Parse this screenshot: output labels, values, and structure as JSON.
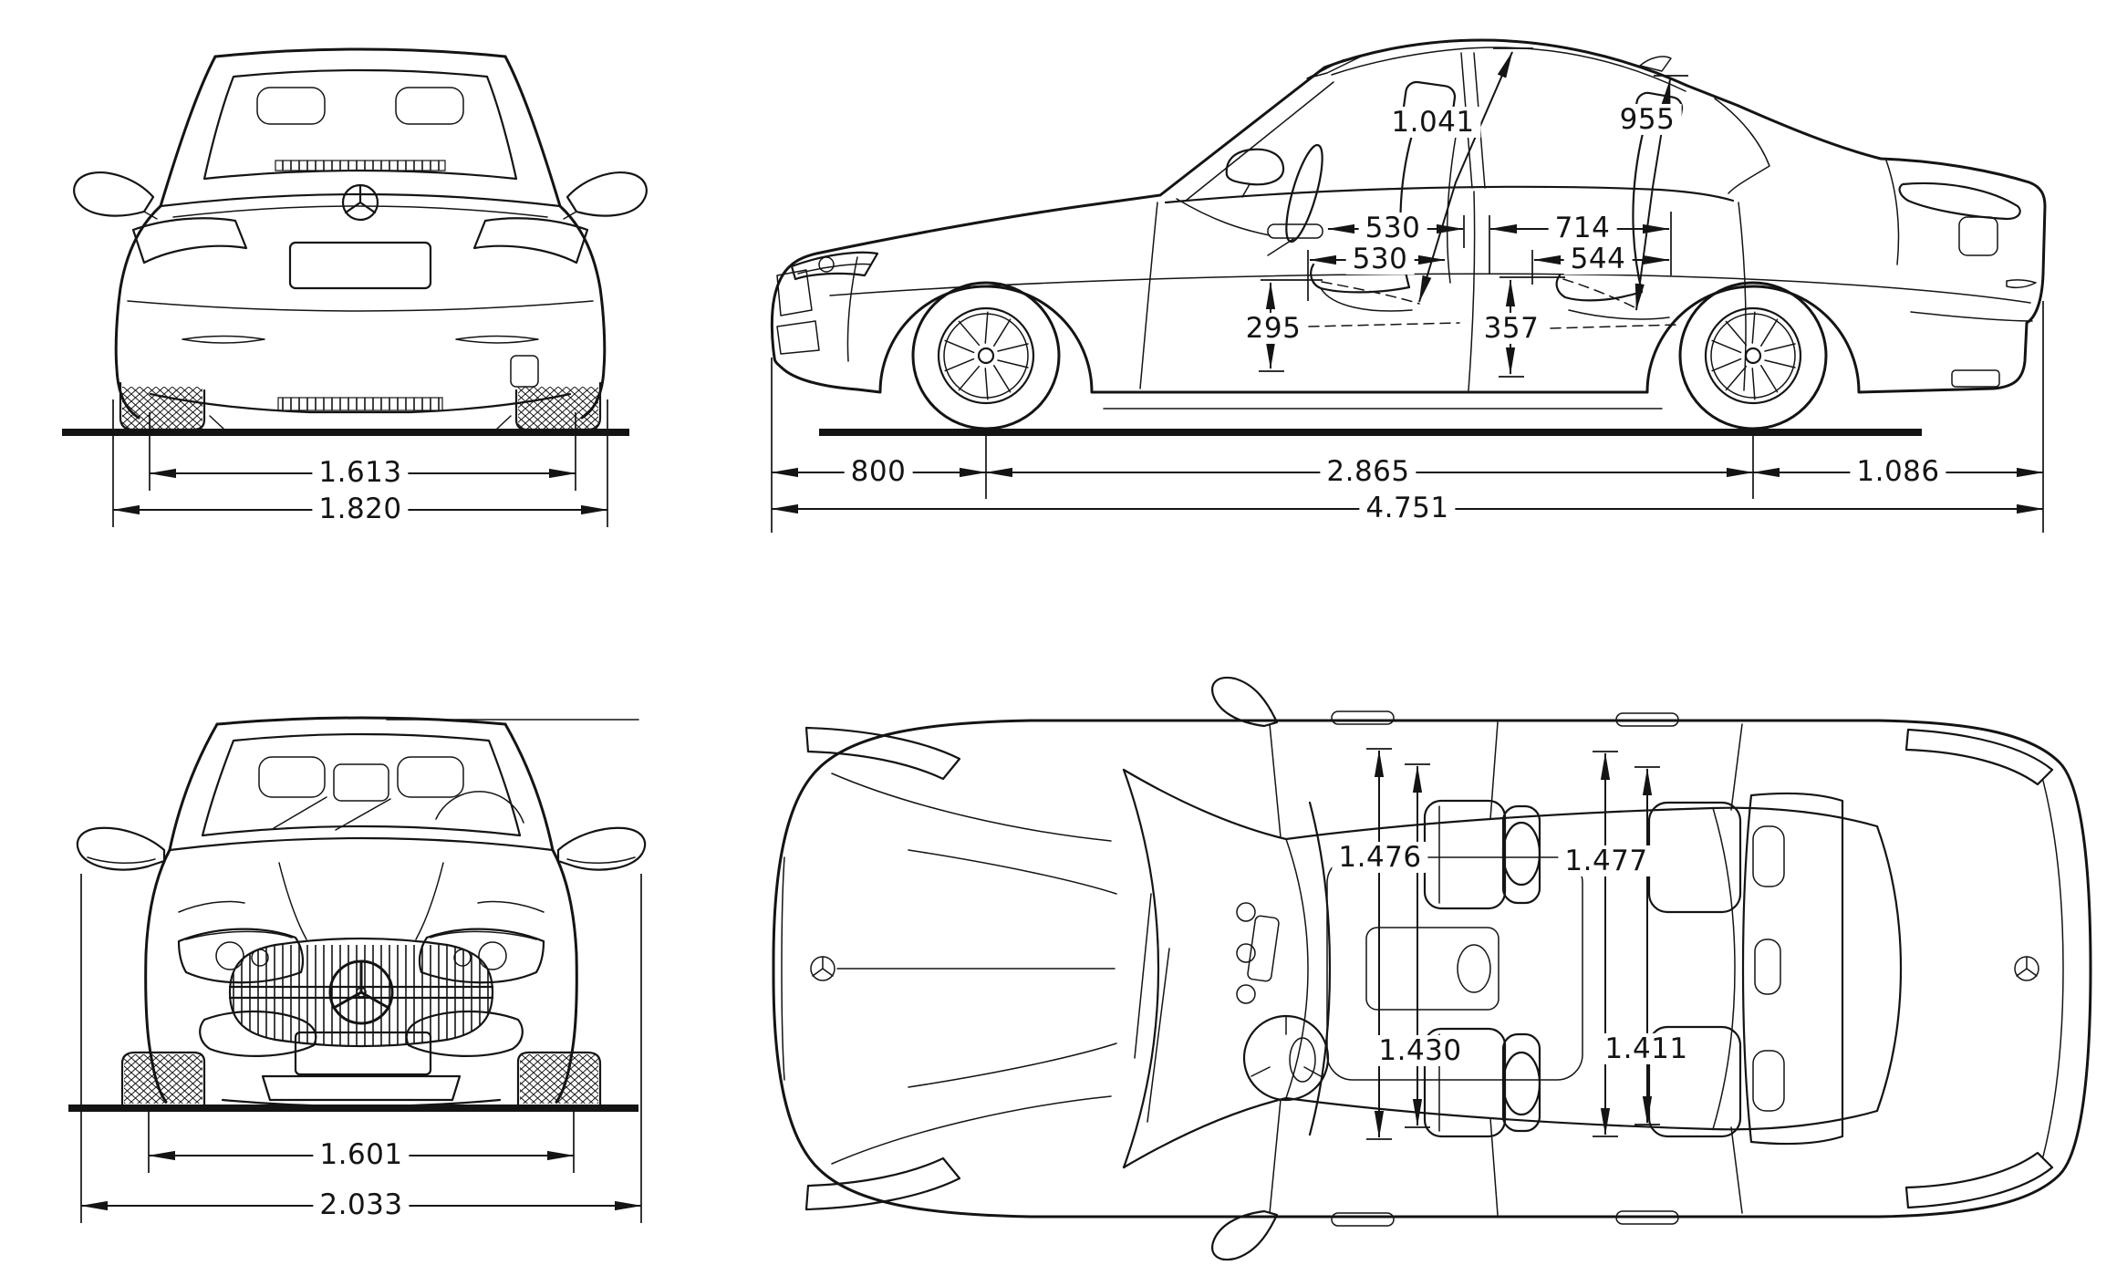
{
  "diagram": {
    "type": "car-dimensions-blueprint",
    "brand_icon": "mercedes-star",
    "line_color": "#141414",
    "background": "#ffffff",
    "views": {
      "rear": {
        "name": "rear view",
        "dims": {
          "track": "1.613",
          "body_width": "1.820"
        }
      },
      "side": {
        "name": "side view",
        "dims": {
          "front_headroom": "1.041",
          "rear_headroom": "955",
          "front_legroom_upper": "530",
          "front_legroom_lower": "530",
          "rear_legroom": "714",
          "rear_kneeroom": "544",
          "front_seat_height": "295",
          "rear_seat_height": "357",
          "front_overhang": "800",
          "wheelbase": "2.865",
          "rear_overhang": "1.086",
          "overall_length": "4.751"
        }
      },
      "front": {
        "name": "front view",
        "dims": {
          "track": "1.601",
          "width_incl_mirrors": "2.033"
        }
      },
      "top": {
        "name": "top view",
        "dims": {
          "front_shoulder_room": "1.476",
          "rear_shoulder_room": "1.477",
          "front_elbow_room": "1.430",
          "rear_elbow_room": "1.411"
        }
      }
    }
  }
}
